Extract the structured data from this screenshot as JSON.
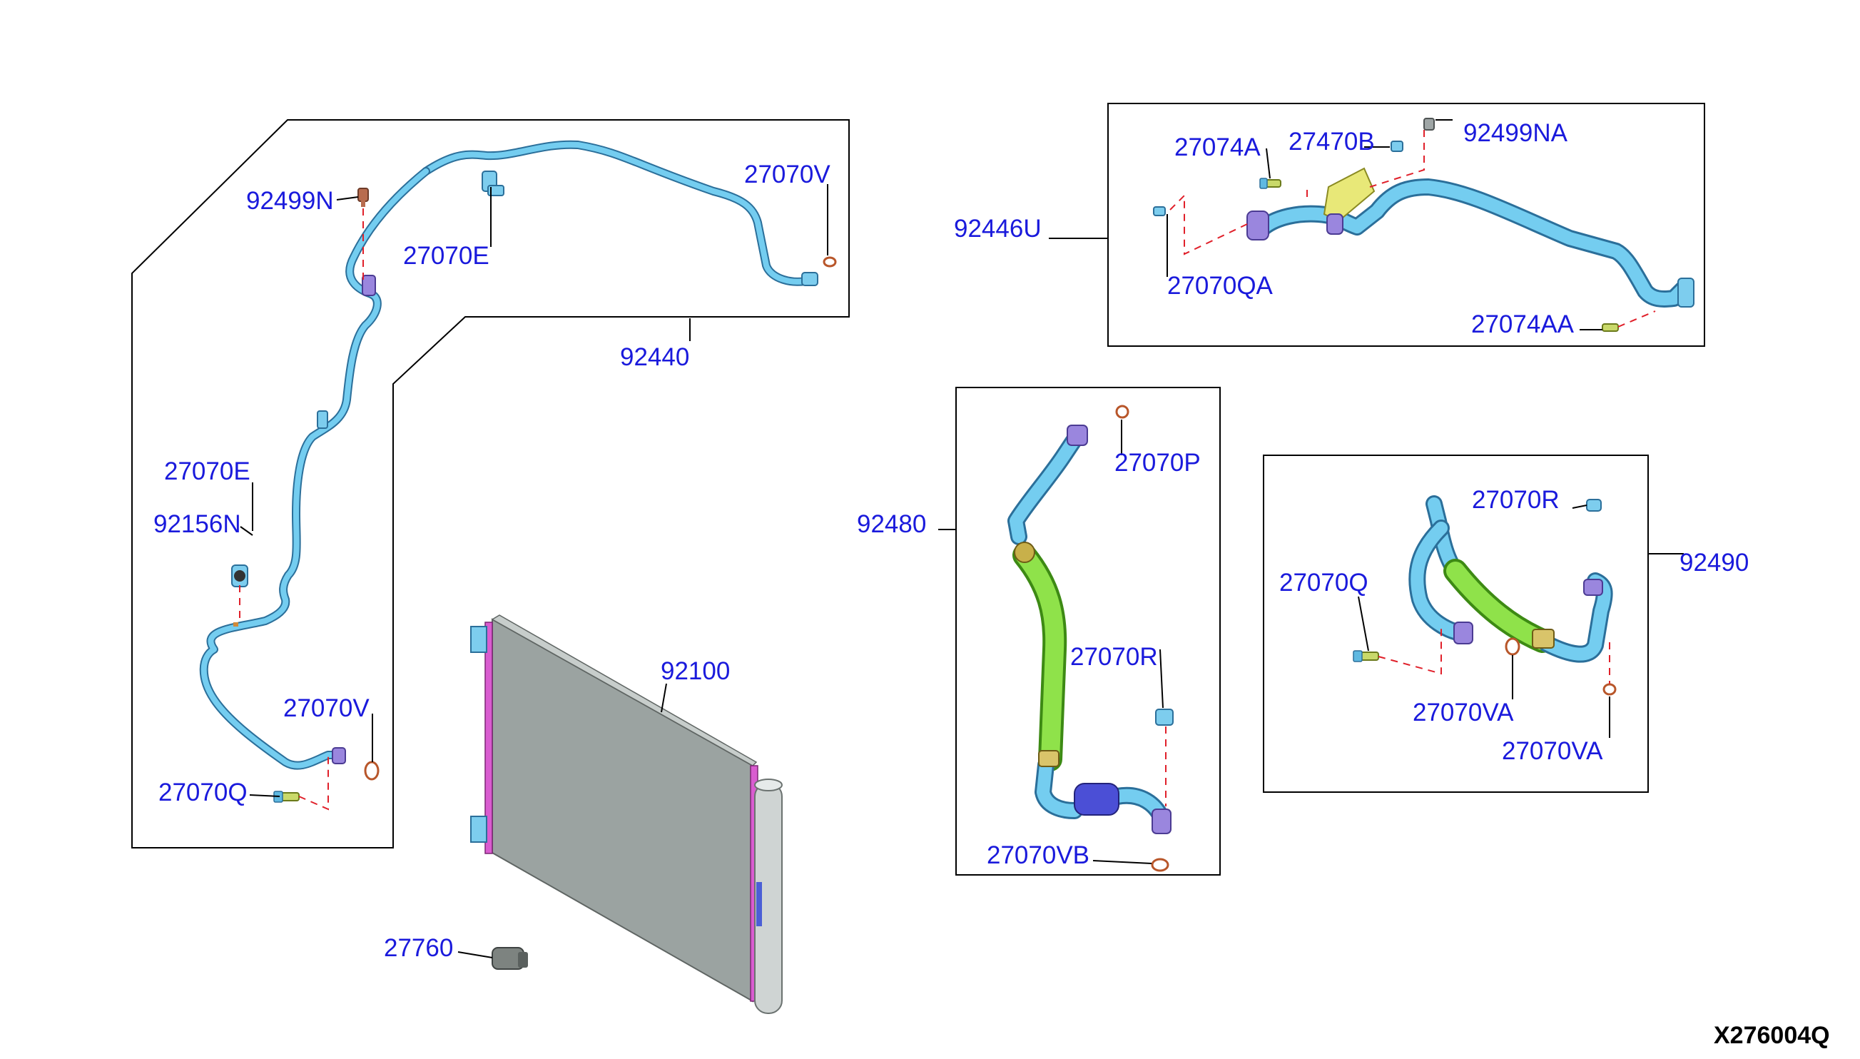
{
  "diagram_code": "X276004Q",
  "parts": {
    "p_92499N": "92499N",
    "p_27070E_top": "27070E",
    "p_27070V_top": "27070V",
    "p_92440": "92440",
    "p_27070E_left": "27070E",
    "p_92156N": "92156N",
    "p_27070V_left": "27070V",
    "p_27070Q_left": "27070Q",
    "p_92100": "92100",
    "p_27760": "27760",
    "p_27074A": "27074A",
    "p_27470B": "27470B",
    "p_92499NA": "92499NA",
    "p_92446U": "92446U",
    "p_27070QA": "27070QA",
    "p_27074AA": "27074AA",
    "p_92480": "92480",
    "p_27070P": "27070P",
    "p_27070R_mid": "27070R",
    "p_27070VB": "27070VB",
    "p_27070R_right": "27070R",
    "p_92490": "92490",
    "p_27070Q_right": "27070Q",
    "p_27070VA_1": "27070VA",
    "p_27070VA_2": "27070VA"
  },
  "colors": {
    "label": "#1a1adc",
    "pipe": "#74cdf0",
    "hose": "#8fe24a",
    "condenser": "#9ba3a1",
    "seal": "#b8562a",
    "dashed_guide": "#e0202a"
  }
}
